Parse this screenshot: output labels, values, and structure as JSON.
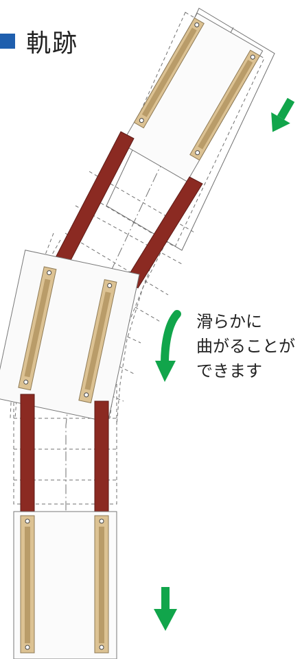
{
  "header": {
    "title": "軌跡"
  },
  "caption": {
    "lines": [
      "滑らかに",
      "曲がることが",
      "できます"
    ]
  },
  "colors": {
    "accent_blue": "#1f5fae",
    "rail_red": "#8b2a22",
    "wood_tan": "#d9c08d",
    "arrow_green": "#11a54b"
  },
  "icons": {
    "header_marker": "blue-square",
    "arrows": "down-arrow"
  }
}
